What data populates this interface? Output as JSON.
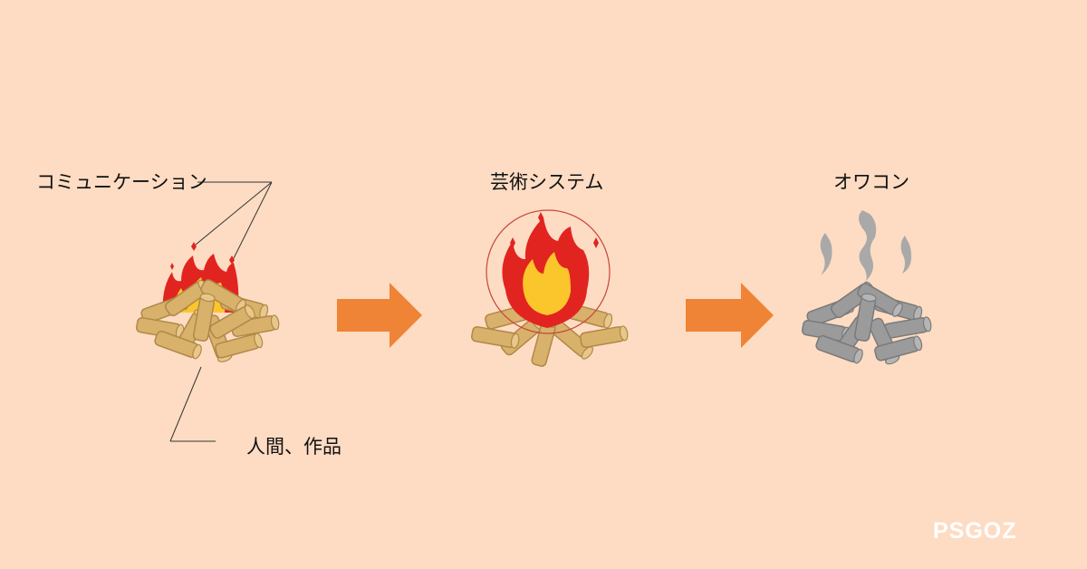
{
  "labels": {
    "communication": "コミュニケーション",
    "art_system": "芸術システム",
    "owakon": "オワコン",
    "human_work": "人間、作品"
  },
  "watermark": "PSGOZ",
  "colors": {
    "background": "#fddcc3",
    "arrow": "#ef8336",
    "flame_red": "#e22421",
    "flame_yellow": "#fbc62b",
    "wood": "#d8b16b",
    "wood_dark": "#b08848",
    "ash": "#9b9b9b",
    "smoke": "#a9a9a9",
    "circle": "#c8453c"
  },
  "icons": [
    "small-bonfire-icon",
    "right-arrow-icon",
    "large-bonfire-icon",
    "right-arrow-icon",
    "ash-pile-icon",
    "smoke-icon"
  ]
}
